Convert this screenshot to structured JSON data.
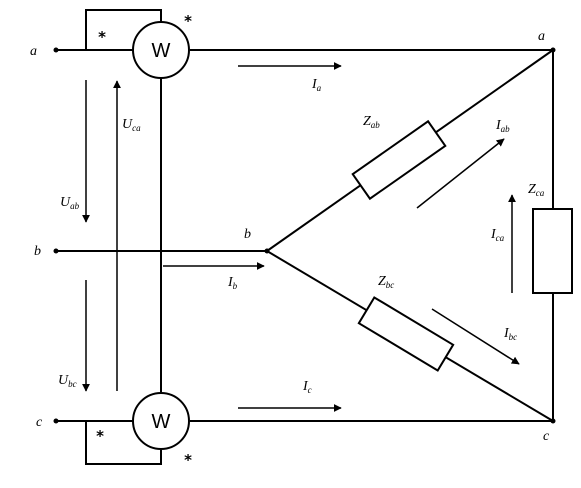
{
  "nodes": {
    "a_left": "a",
    "b_left": "b",
    "c_left": "c",
    "a_right": "a",
    "b_center": "b",
    "c_right": "c"
  },
  "meters": {
    "top": "W",
    "bottom": "W",
    "marker": "*"
  },
  "currents": {
    "Ia": {
      "main": "I",
      "sub": "a"
    },
    "Ib": {
      "main": "I",
      "sub": "b"
    },
    "Ic": {
      "main": "I",
      "sub": "c"
    },
    "Iab": {
      "main": "I",
      "sub": "ab"
    },
    "Ibc": {
      "main": "I",
      "sub": "bc"
    },
    "Ica": {
      "main": "I",
      "sub": "ca"
    }
  },
  "voltages": {
    "Uab": {
      "main": "U",
      "sub": "ab"
    },
    "Ubc": {
      "main": "U",
      "sub": "bc"
    },
    "Uca": {
      "main": "U",
      "sub": "ca"
    }
  },
  "impedances": {
    "Zab": {
      "main": "Z",
      "sub": "ab"
    },
    "Zbc": {
      "main": "Z",
      "sub": "bc"
    },
    "Zca": {
      "main": "Z",
      "sub": "ca"
    }
  }
}
